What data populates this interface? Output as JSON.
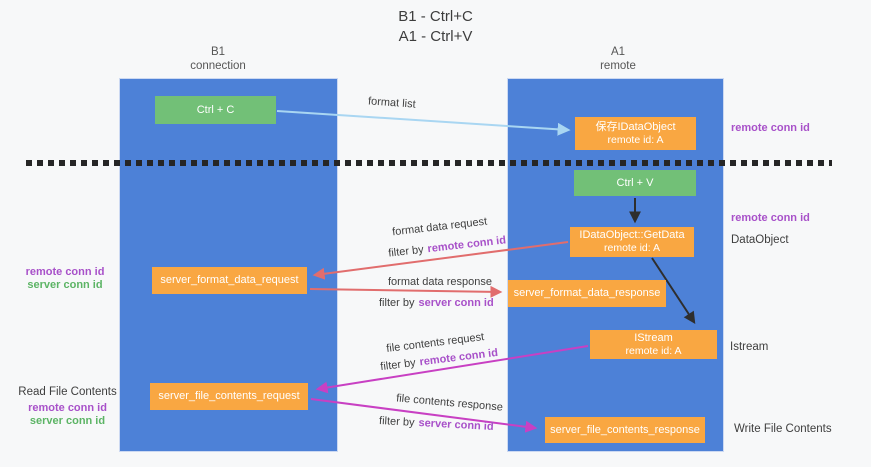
{
  "title": {
    "line1": "B1 - Ctrl+C",
    "line2": "A1 - Ctrl+V"
  },
  "lanes": {
    "b1": {
      "name": "B1",
      "subtitle": "connection"
    },
    "a1": {
      "name": "A1",
      "subtitle": "remote"
    }
  },
  "boxes": {
    "ctrl_c": "Ctrl + C",
    "ctrl_v": "Ctrl + V",
    "saved_dataobject": {
      "line1": "保存IDataObject",
      "line2": "remote id: A"
    },
    "getdata": {
      "line1": "IDataObject::GetData",
      "line2": "remote id: A"
    },
    "format_request": "server_format_data_request",
    "format_response": "server_format_data_response",
    "istream": {
      "line1": "IStream",
      "line2": "remote id: A"
    },
    "file_request": "server_file_contents_request",
    "file_response": "server_file_contents_response"
  },
  "labels": {
    "format_list": "format list",
    "format_data_request": "format data request",
    "format_data_response": "format data response",
    "file_contents_request": "file contents request",
    "file_contents_response": "file contents response",
    "filter_by": "filter by",
    "remote_conn_id": "remote conn id",
    "server_conn_id": "server conn id",
    "dataobject": "DataObject",
    "istream": "Istream",
    "read_file_contents": "Read File Contents",
    "write_file_contents": "Write File Contents"
  },
  "colors": {
    "lane_blue": "#4d81d7",
    "box_green": "#72c077",
    "box_orange": "#f9a742",
    "arrow_light_blue": "#a9d6f2",
    "arrow_red": "#e16d6d",
    "arrow_magenta": "#c840c3",
    "arrow_black": "#2e2e2e",
    "text_purple": "#a851c9",
    "text_green": "#5cb465",
    "background": "#f7f8f9"
  }
}
